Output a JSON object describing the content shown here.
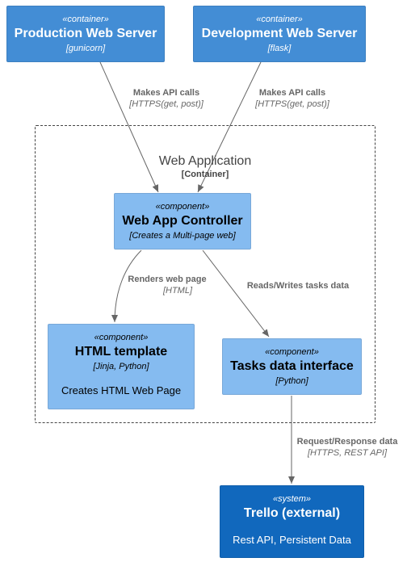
{
  "nodes": {
    "prod": {
      "stereotype": "«container»",
      "title": "Production Web Server",
      "tech": "[gunicorn]"
    },
    "dev": {
      "stereotype": "«container»",
      "title": "Development Web Server",
      "tech": "[flask]"
    },
    "controller": {
      "stereotype": "«component»",
      "title": "Web App Controller",
      "tech": "[Creates a Multi-page web]"
    },
    "template": {
      "stereotype": "«component»",
      "title": "HTML template",
      "tech": "[Jinja, Python]",
      "description": "Creates HTML Web Page"
    },
    "tasks": {
      "stereotype": "«component»",
      "title": "Tasks data interface",
      "tech": "[Python]"
    },
    "trello": {
      "stereotype": "«system»",
      "title": "Trello (external)",
      "description": "Rest API, Persistent Data"
    }
  },
  "boundary": {
    "title": "Web Application",
    "tech": "[Container]"
  },
  "relations": {
    "prod_to_controller": {
      "label": "Makes API calls",
      "tech": "[HTTPS(get, post)]"
    },
    "dev_to_controller": {
      "label": "Makes API calls",
      "tech": "[HTTPS(get, post)]"
    },
    "controller_to_template": {
      "label": "Renders web page",
      "tech": "[HTML]"
    },
    "controller_to_tasks": {
      "label": "Reads/Writes tasks data"
    },
    "tasks_to_trello": {
      "label": "Request/Response data",
      "tech": "[HTTPS, REST API]"
    }
  },
  "colors": {
    "container": "#438DD5",
    "component": "#85BBF0",
    "system": "#1168BD",
    "arrow": "#666666"
  }
}
